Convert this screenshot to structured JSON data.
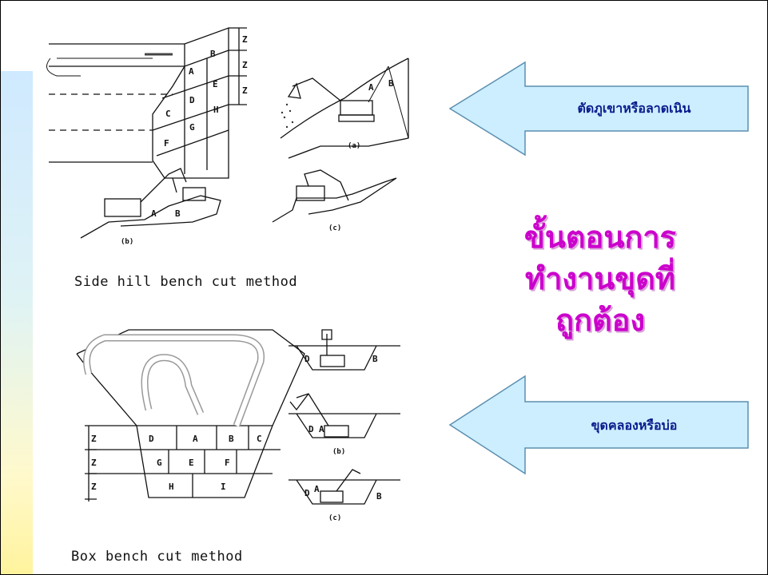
{
  "slide": {
    "title_lines": [
      "ขั้นตอนการ",
      "ทำงานขุดที่",
      "ถูกต้อง"
    ],
    "arrow_top_label": "ตัดภูเขาหรือลาดเนิน",
    "arrow_bottom_label": "ขุดคลองหรือบ่อ"
  },
  "figure": {
    "caption_top": "Side hill bench cut method",
    "caption_bottom": "Box bench cut method",
    "labels_top": {
      "A": "A",
      "B": "B",
      "C": "C",
      "D": "D",
      "E": "E",
      "F": "F",
      "G": "G",
      "H": "H",
      "Z": "Z",
      "a": "(a)",
      "b": "(b)",
      "c": "(c)"
    },
    "labels_bottom": {
      "A": "A",
      "B": "B",
      "C": "C",
      "D": "D",
      "E": "E",
      "F": "F",
      "G": "G",
      "H": "H",
      "I": "I",
      "Z": "Z",
      "b": "(b)",
      "c": "(c)"
    }
  },
  "colors": {
    "title": "#cc00cc",
    "arrow_fill": "#cceeff",
    "arrow_text": "#0a1a8c"
  }
}
